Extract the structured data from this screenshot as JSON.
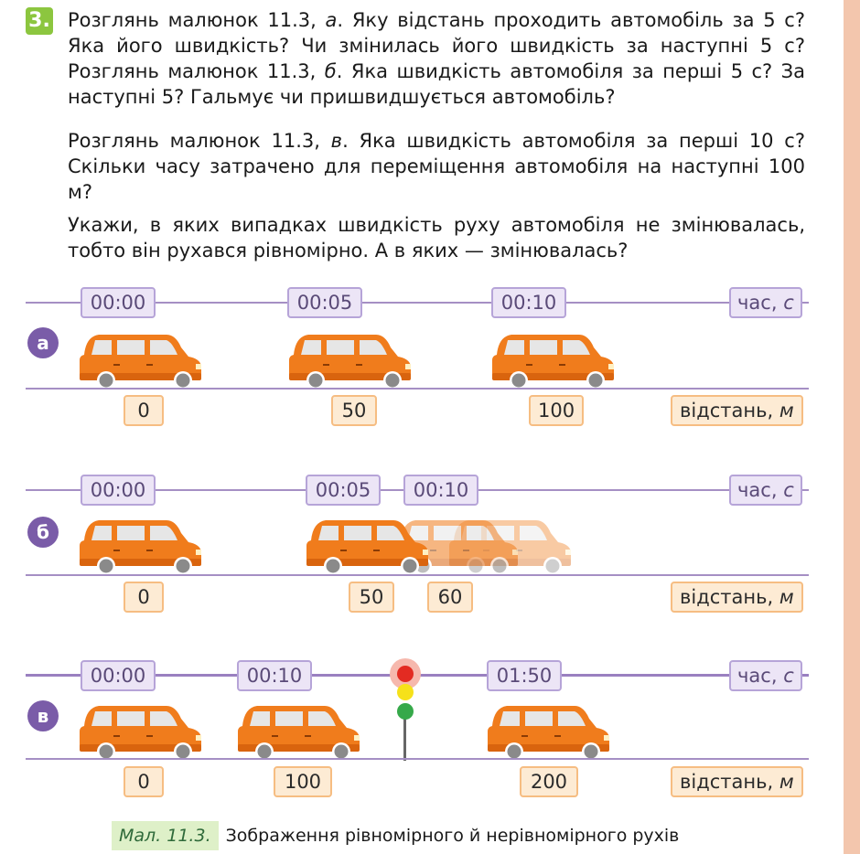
{
  "task": {
    "number": "3.",
    "p1": [
      "Розглянь малюнок 11.3, ",
      "а",
      ". Яку відстань проходить автомобіль за 5 с? Яка його швидкість? Чи змінилась його швидкість за наступні 5 с? Розглянь малюнок 11.3, ",
      "б",
      ". Яка швидкість автомобіля за перші 5 с? За наступні 5? Гальмує чи пришвидшується автомобіль?"
    ],
    "p2": [
      "Розглянь малюнок 11.3, ",
      "в",
      ". Яка швидкість автомобіля за перші 10 с? Скільки часу затрачено для переміщення автомобіля на наступні 100 м?"
    ],
    "p3": "Укажи, в яких випадках швидкість руху автомобіля не змінювалась, тобто він рухався рівномірно. А в яких — змінювалась?"
  },
  "axis": {
    "time_label": "час, ",
    "time_unit": "с",
    "distance_label": "відстань, ",
    "distance_unit": "м"
  },
  "scenes": [
    {
      "label": "а",
      "times": [
        "00:00",
        "00:05",
        "00:10"
      ],
      "distances": [
        "0",
        "50",
        "100"
      ]
    },
    {
      "label": "б",
      "times": [
        "00:00",
        "00:05",
        "00:10"
      ],
      "distances": [
        "0",
        "50",
        "60"
      ]
    },
    {
      "label": "в",
      "times": [
        "00:00",
        "00:10",
        "01:50"
      ],
      "distances": [
        "0",
        "100",
        "200"
      ]
    }
  ],
  "colors": {
    "car_body": "#f07c1c",
    "accent_green": "#8cc63f",
    "axis_purple": "#9a80c0"
  },
  "caption": {
    "lead": "Мал. 11.3.",
    "text": "Зображення рівномірного й нерівномірного рухів"
  }
}
